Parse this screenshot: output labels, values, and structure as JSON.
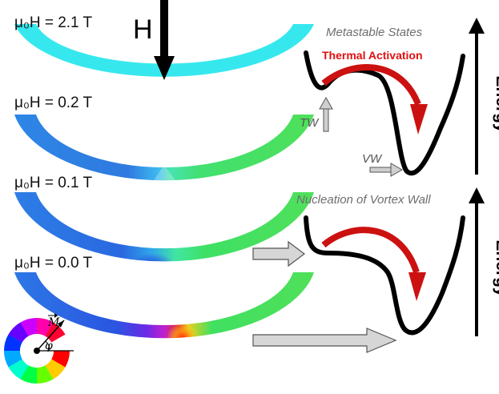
{
  "field_labels": {
    "h1": "μ₀H = 2.1 T",
    "h2": "μ₀H = 0.2 T",
    "h3": "μ₀H = 0.1 T",
    "h4": "μ₀H = 0.0 T"
  },
  "field_arrow_label": "H",
  "top_panel": {
    "title": "Metastable States",
    "activation_label": "Thermal Activation",
    "tw_label": "TW",
    "vw_label": "VW",
    "axis_label": "Energy"
  },
  "bottom_panel": {
    "title": "Nucleation of Vortex Wall",
    "axis_label": "Energy"
  },
  "color_wheel": {
    "m_label": "M",
    "phi_label": "φ"
  },
  "colors": {
    "cyan_ring": "#33e6ee",
    "blue": "#2a6ae8",
    "green": "#3ee05a",
    "red_arrow": "#cc1111",
    "gray_arrow": "#cfcfcf"
  }
}
